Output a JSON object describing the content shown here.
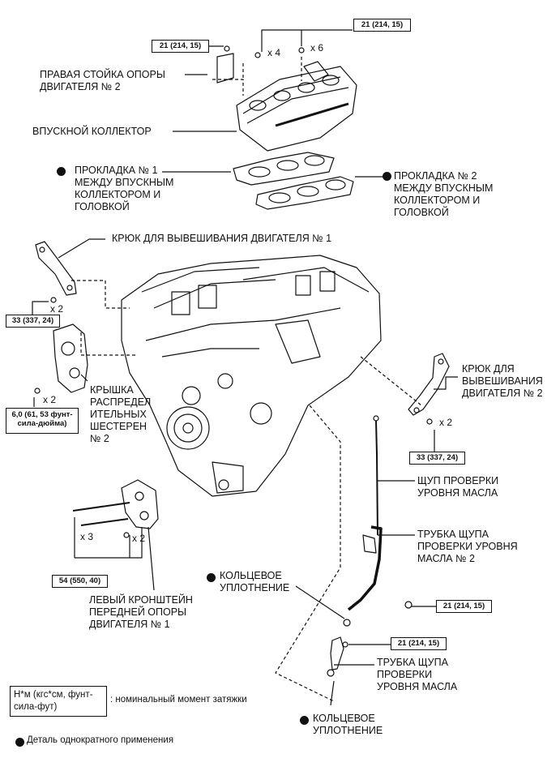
{
  "labels": {
    "right_mount_stay": "ПРАВАЯ СТОЙКА ОПОРЫ\nДВИГАТЕЛЯ № 2",
    "intake_manifold": "ВПУСКНОЙ КОЛЛЕКТОР",
    "gasket_1": "ПРОКЛАДКА № 1\nМЕЖДУ ВПУСКНЫМ\nКОЛЛЕКТОРОМ И\nГОЛОВКОЙ",
    "gasket_2": "ПРОКЛАДКА № 2\nМЕЖДУ ВПУСКНЫМ\nКОЛЛЕКТОРОМ И\nГОЛОВКОЙ",
    "hanger_1": "КРЮК ДЛЯ ВЫВЕШИВАНИЯ ДВИГАТЕЛЯ № 1",
    "hanger_2": "КРЮК ДЛЯ\nВЫВЕШИВАНИЯ\nДВИГАТЕЛЯ № 2",
    "timing_cover": "КРЫШКА\nРАСПРЕДЕЛ\nИТЕЛЬНЫХ\nШЕСТЕРЕН\n№ 2",
    "dipstick": "ЩУП ПРОВЕРКИ\nУРОВНЯ МАСЛА",
    "guide_2": "ТРУБКА ЩУПА\nПРОВЕРКИ УРОВНЯ\nМАСЛА № 2",
    "oring_1": "КОЛЬЦЕВОЕ\nУПЛОТНЕНИЕ",
    "left_bracket": "ЛЕВЫЙ КРОНШТЕЙН\nПЕРЕДНЕЙ ОПОРЫ\nДВИГАТЕЛЯ № 1",
    "guide": "ТРУБКА ЩУПА\nПРОВЕРКИ\nУРОВНЯ МАСЛА",
    "oring_2": "КОЛЬЦЕВОЕ\nУПЛОТНЕНИЕ"
  },
  "torques": {
    "t_top_right": "21 (214, 15)",
    "t_top_left": "21 (214, 15)",
    "t_hanger1": "33 (337, 24)",
    "t_cover": "6,0 (61, 53 фунт-\nсила-дюйма)",
    "t_hanger2": "33 (337, 24)",
    "t_bracket": "54 (550, 40)",
    "t_guide2": "21 (214, 15)",
    "t_guide": "21 (214, 15)"
  },
  "quantities": {
    "q4": "x 4",
    "q6": "x 6",
    "q_h1": "x 2",
    "q_cover": "x 2",
    "q_h2": "x 2",
    "q3": "x 3",
    "q_br": "x 2"
  },
  "legend": {
    "unit": "Н*м (кгс*см, фунт-\nсила-фут)",
    "unit_desc": ": номинальный момент затяжки",
    "nonreusable": "Деталь однократного применения"
  }
}
